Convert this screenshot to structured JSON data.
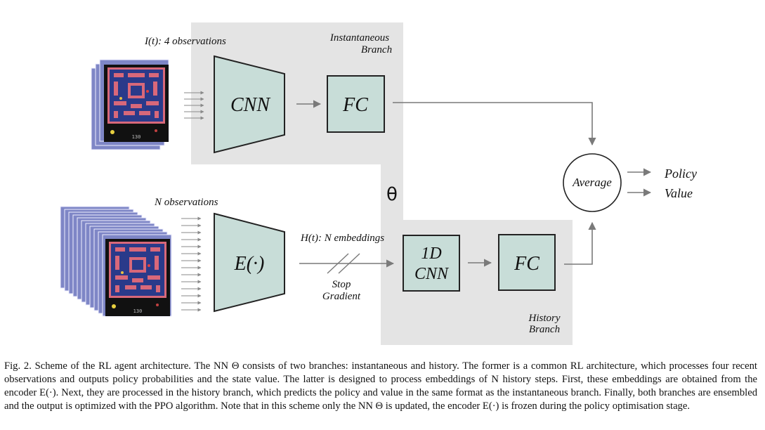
{
  "diagram": {
    "top_input_label": "I(t): 4 observations",
    "bottom_input_label": "N observations",
    "instantaneous_branch_label": [
      "Instantaneous",
      "Branch"
    ],
    "history_branch_label": [
      "History",
      "Branch"
    ],
    "cnn_label": "CNN",
    "fc_top_label": "FC",
    "encoder_label": "E(·)",
    "theta_label": "θ",
    "embeddings_label": "H(t): N embeddings",
    "stop_gradient_label": [
      "Stop",
      "Gradient"
    ],
    "cnn1d_label": [
      "1D",
      "CNN"
    ],
    "fc_bottom_label": "FC",
    "average_label": "Average",
    "outputs": [
      "Policy",
      "Value"
    ],
    "game_score": "130",
    "colors": {
      "branch_bg": "#e4e4e4",
      "box_fill": "#c8ddd8",
      "frame_blue": "#7e86c6",
      "maze_wall": "#d8687a",
      "arrow": "#7a7a7a"
    }
  },
  "caption": "Fig. 2.  Scheme of the RL agent architecture. The NN Θ consists of two branches: instantaneous and history. The former is a common RL architecture, which processes four recent observations and outputs policy probabilities and the state value. The latter is designed to process embeddings of N history steps. First, these embeddings are obtained from the encoder E(·). Next, they are processed in the history branch, which predicts the policy and value in the same format as the instantaneous branch. Finally, both branches are ensembled and the output is optimized with the PPO algorithm. Note that in this scheme only the NN Θ is updated, the encoder E(·) is frozen during the policy optimisation stage."
}
